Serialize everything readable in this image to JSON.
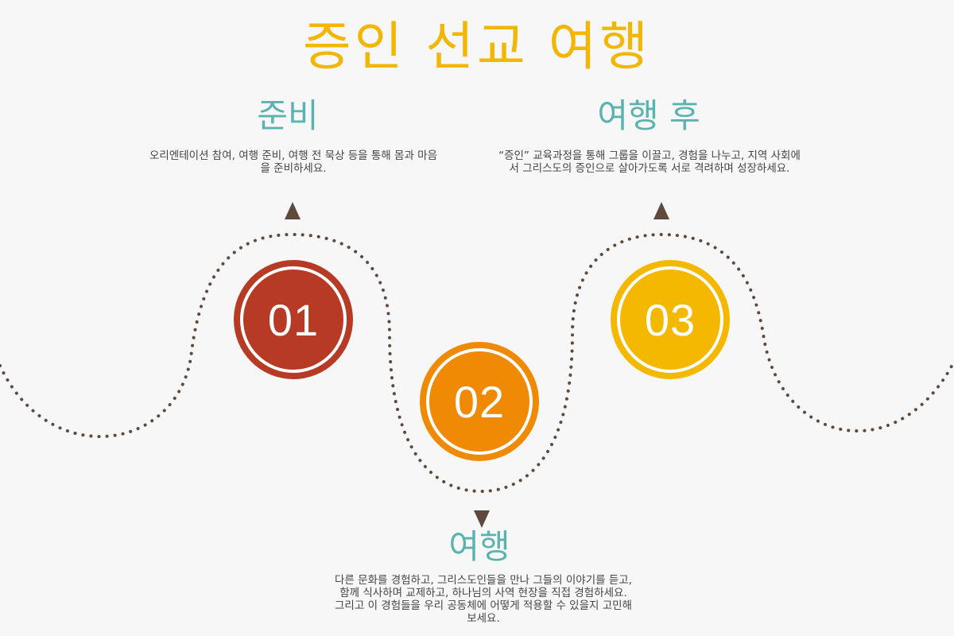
{
  "title": "증인 선교 여행",
  "steps": [
    {
      "number": "01",
      "heading": "준비",
      "description": "오리엔테이션 참여, 여행 준비, 여행 전 묵상 등을 통해 몸과 마음을 준비하세요.",
      "color": "#b73a25"
    },
    {
      "number": "02",
      "heading": "여행",
      "description": "다른 문화를 경험하고, 그리스도인들을 만나 그들의 이야기를 듣고, 함께 식사하며 교제하고, 하나님의 사역 현장을 직접 경험하세요. 그리고 이 경험들을 우리 공동체에 어떻게 적용할 수 있을지 고민해 보세요.",
      "color": "#f08a05"
    },
    {
      "number": "03",
      "heading": "여행 후",
      "description": "“증인” 교육과정을 통해 그룹을 이끌고, 경험을 나누고, 지역 사회에서 그리스도의 증인으로 살아가도록 서로 격려하며 성장하세요.",
      "color": "#f4b800"
    }
  ],
  "colors": {
    "title": "#f2b705",
    "heading": "#5bb3b0",
    "path": "#5e4a3c",
    "background": "#f7f7f7"
  }
}
